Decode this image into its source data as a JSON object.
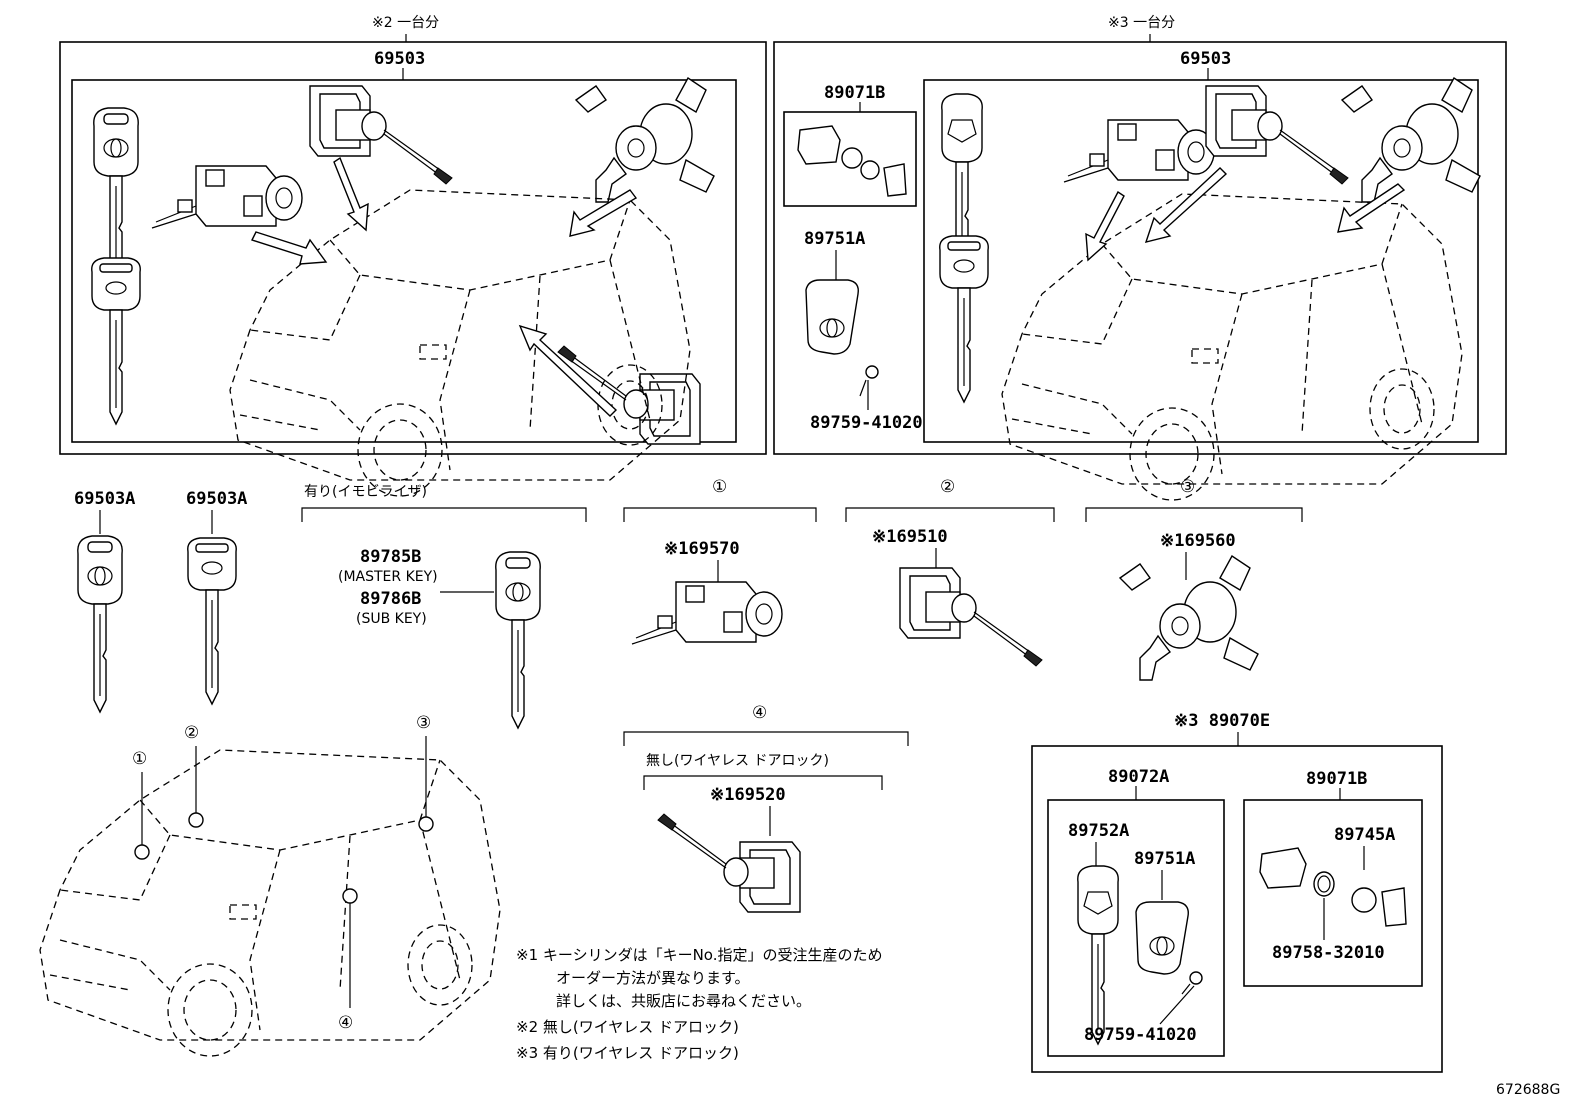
{
  "groups": {
    "g2_head": "※2 一台分",
    "g3_head": "※3 一台分"
  },
  "labels": {
    "p69503_left": "69503",
    "p69503_right": "69503",
    "p89071B_top": "89071B",
    "p89751A_top": "89751A",
    "p89759_top": "89759-41020",
    "p69503A_1": "69503A",
    "p69503A_2": "69503A",
    "immobilizer": "有り(イモビライザ)",
    "p89785B": "89785B",
    "master_key": "(MASTER KEY)",
    "p89786B": "89786B",
    "sub_key": "(SUB KEY)",
    "p69570": "※169570",
    "p69510": "※169510",
    "p69560": "※169560",
    "p69520": "※169520",
    "wireless_none": "無し(ワイヤレス ドアロック)",
    "p89070E": "※3 89070E",
    "p89072A": "89072A",
    "p89071B_bot": "89071B",
    "p89752A": "89752A",
    "p89751A_bot": "89751A",
    "p89745A": "89745A",
    "p89758": "89758-32010",
    "p89759_bot": "89759-41020",
    "fig_no": "672688G"
  },
  "circled": [
    "①",
    "②",
    "③",
    "④"
  ],
  "notes": [
    "※1 キーシリンダは「キーNo.指定」の受注生産のため",
    "オーダー方法が異なります。",
    "詳しくは、共販店にお尋ねください。",
    "※2 無し(ワイヤレス ドアロック)",
    "※3 有り(ワイヤレス ドアロック)"
  ]
}
